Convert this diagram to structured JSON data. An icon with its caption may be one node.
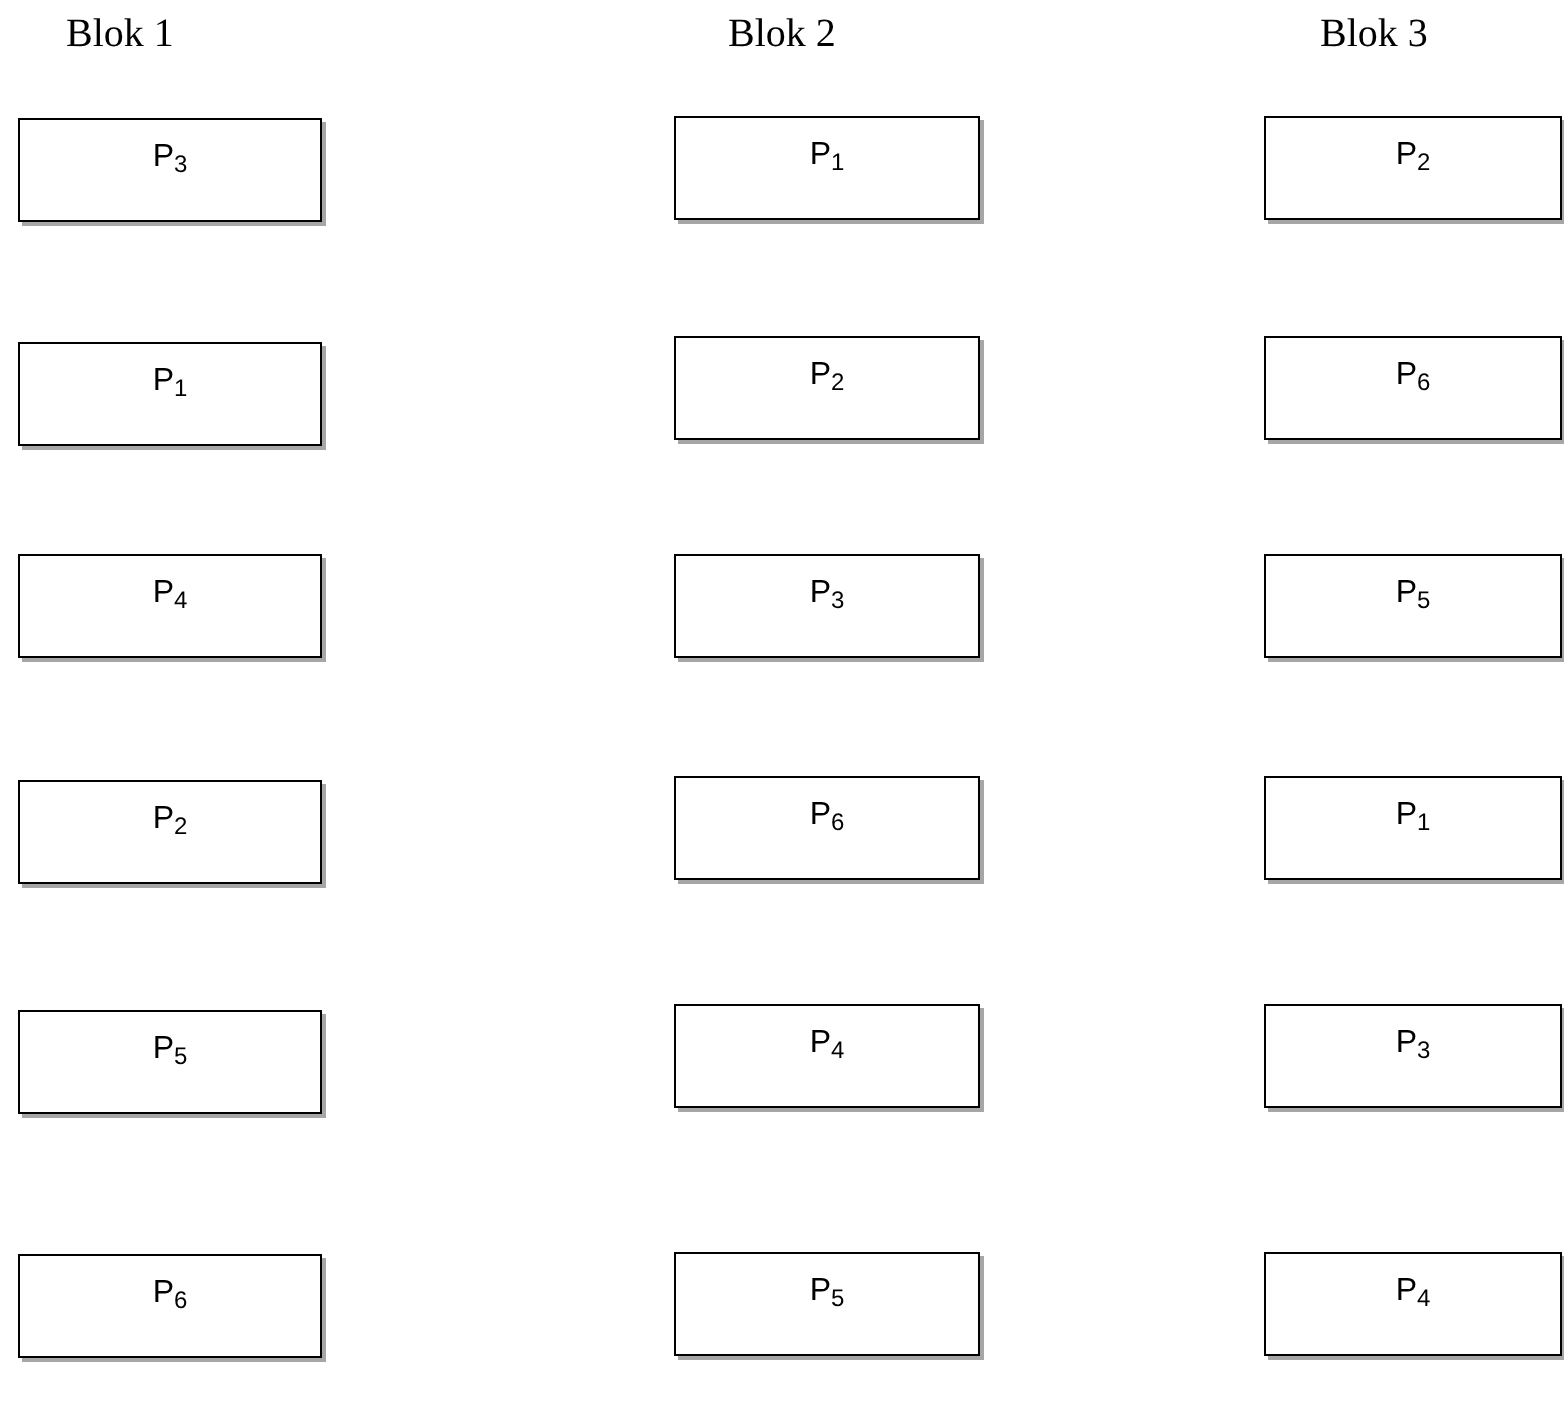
{
  "diagram": {
    "nodes": [
      {
        "text": [
          "P$_{3}$"
        ]
      },
      {
        "text": [
          "P$_{1}$"
        ]
      },
      {
        "text": [
          "P$_{2}$"
        ]
      },
      {
        "text": [
          "P$_{1}$"
        ]
      },
      {
        "text": [
          "P$_{2}$"
        ]
      },
      {
        "text": [
          "P$_{6}$"
        ]
      },
      {
        "text": [
          "P$_{4}$"
        ]
      },
      {
        "text": [
          "P$_{3}$"
        ]
      },
      {
        "text": [
          "P$_{5}$"
        ]
      },
      {
        "text": [
          "P$_{2}$"
        ]
      },
      {
        "text": [
          "P$_{6}$"
        ]
      },
      {
        "text": [
          "P$_{1}$"
        ]
      },
      {
        "text": [
          "P$_{5}$"
        ]
      },
      {
        "text": [
          "P$_{4}$"
        ]
      },
      {
        "text": [
          "P$_{3}$"
        ]
      },
      {
        "text": [
          "P$_{6}$"
        ]
      },
      {
        "text": [
          "P$_{5}$"
        ]
      },
      {
        "text": [
          "P$_{4}$"
        ]
      }
    ],
    "labels": [
      "Blok 1",
      "Blok 2",
      "Blok 3"
    ]
  }
}
